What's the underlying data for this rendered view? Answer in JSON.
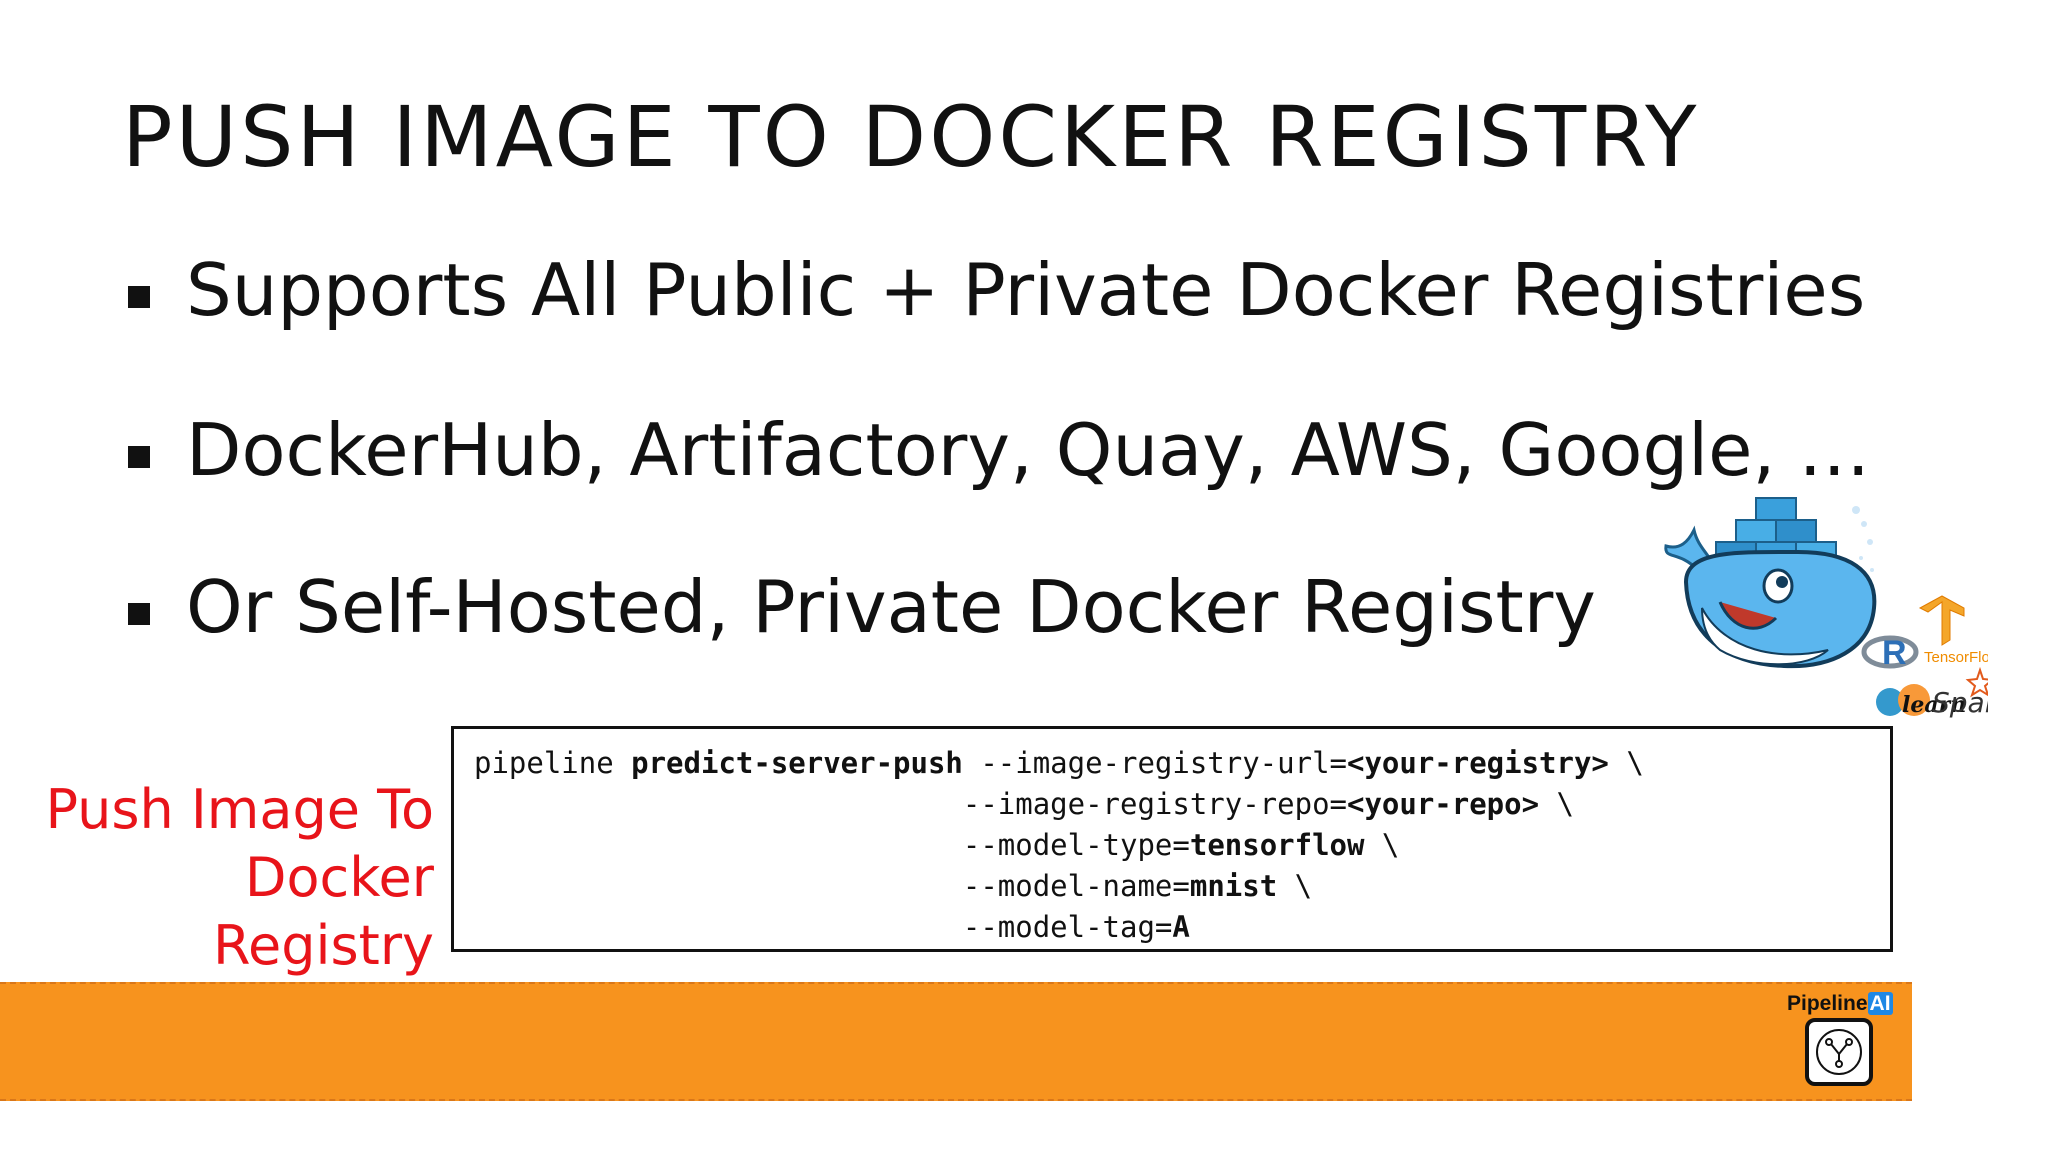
{
  "slide": {
    "title": "PUSH IMAGE TO DOCKER REGISTRY",
    "bullets": [
      "Supports All Public + Private Docker Registries",
      "DockerHub, Artifactory, Quay, AWS, Google, …",
      "Or Self-Hosted, Private Docker Registry"
    ],
    "side_label": {
      "line1": "Push Image To",
      "line2": "Docker Registry"
    }
  },
  "code": {
    "line1_cmd": "pipeline ",
    "line1_sub": "predict-server-push",
    "line1_opt": " --image-registry-url=",
    "line1_val": "<your-registry>",
    "line1_end": " \\",
    "line2_opt": "--image-registry-repo=",
    "line2_val": "<your-repo>",
    "line2_end": " \\",
    "line3_opt": "--model-type=",
    "line3_val": "tensorflow",
    "line3_end": " \\",
    "line4_opt": "--model-name=",
    "line4_val": "mnist",
    "line4_end": " \\",
    "line5_opt": "--model-tag=",
    "line5_val": "A"
  },
  "artwork": {
    "docker_whale_icon": "docker-whale-icon",
    "logos": {
      "r": "R",
      "tensorflow": "TensorFlow",
      "sklearn": "learn",
      "spark": "Spark"
    }
  },
  "footer": {
    "logo_text": "Pipeline",
    "logo_text_ai": "AI"
  },
  "colors": {
    "footer_band": "#f7931e",
    "side_label": "#e8141a",
    "text": "#111111"
  }
}
